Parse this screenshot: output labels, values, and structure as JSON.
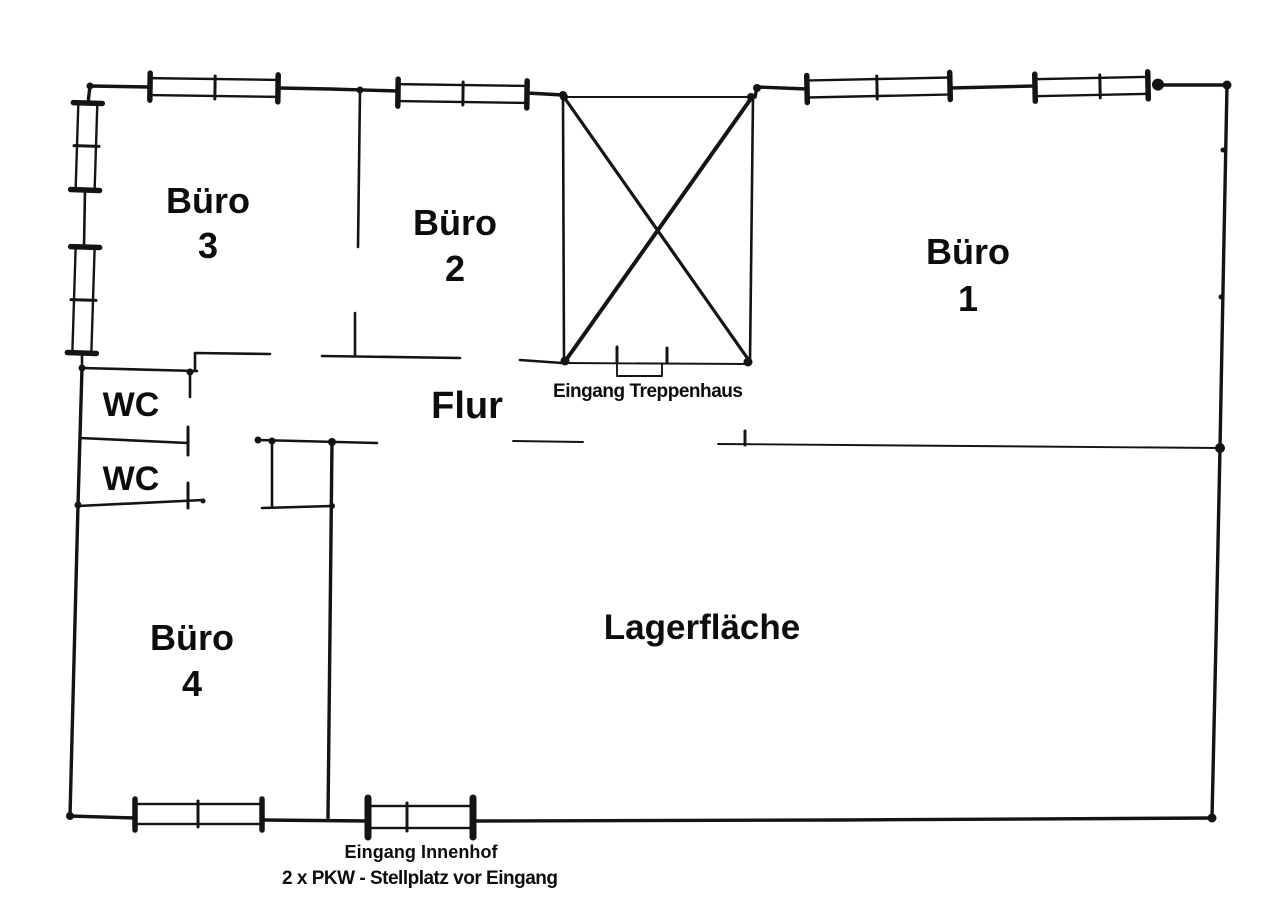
{
  "page": {
    "background_color": "#ffffff",
    "ink_color": "#141414"
  },
  "rooms": {
    "buero1": {
      "label": "Büro",
      "number": "1"
    },
    "buero2": {
      "label": "Büro",
      "number": "2"
    },
    "buero3": {
      "label": "Büro",
      "number": "3"
    },
    "buero4": {
      "label": "Büro",
      "number": "4"
    },
    "wc_upper": {
      "label": "WC"
    },
    "wc_lower": {
      "label": "WC"
    },
    "flur": {
      "label": "Flur"
    },
    "lagerflaeche": {
      "label": "Lagerfläche"
    }
  },
  "annotations": {
    "eingang_treppenhaus": "Eingang Treppenhaus",
    "eingang_innenhof": "Eingang Innenhof",
    "stellplatz": "2 x PKW - Stellplatz vor Eingang"
  },
  "features": {
    "staircase_icon": "staircase-cross-icon",
    "window_icon": "window-symbol",
    "door_icon": "door-opening-symbol"
  }
}
